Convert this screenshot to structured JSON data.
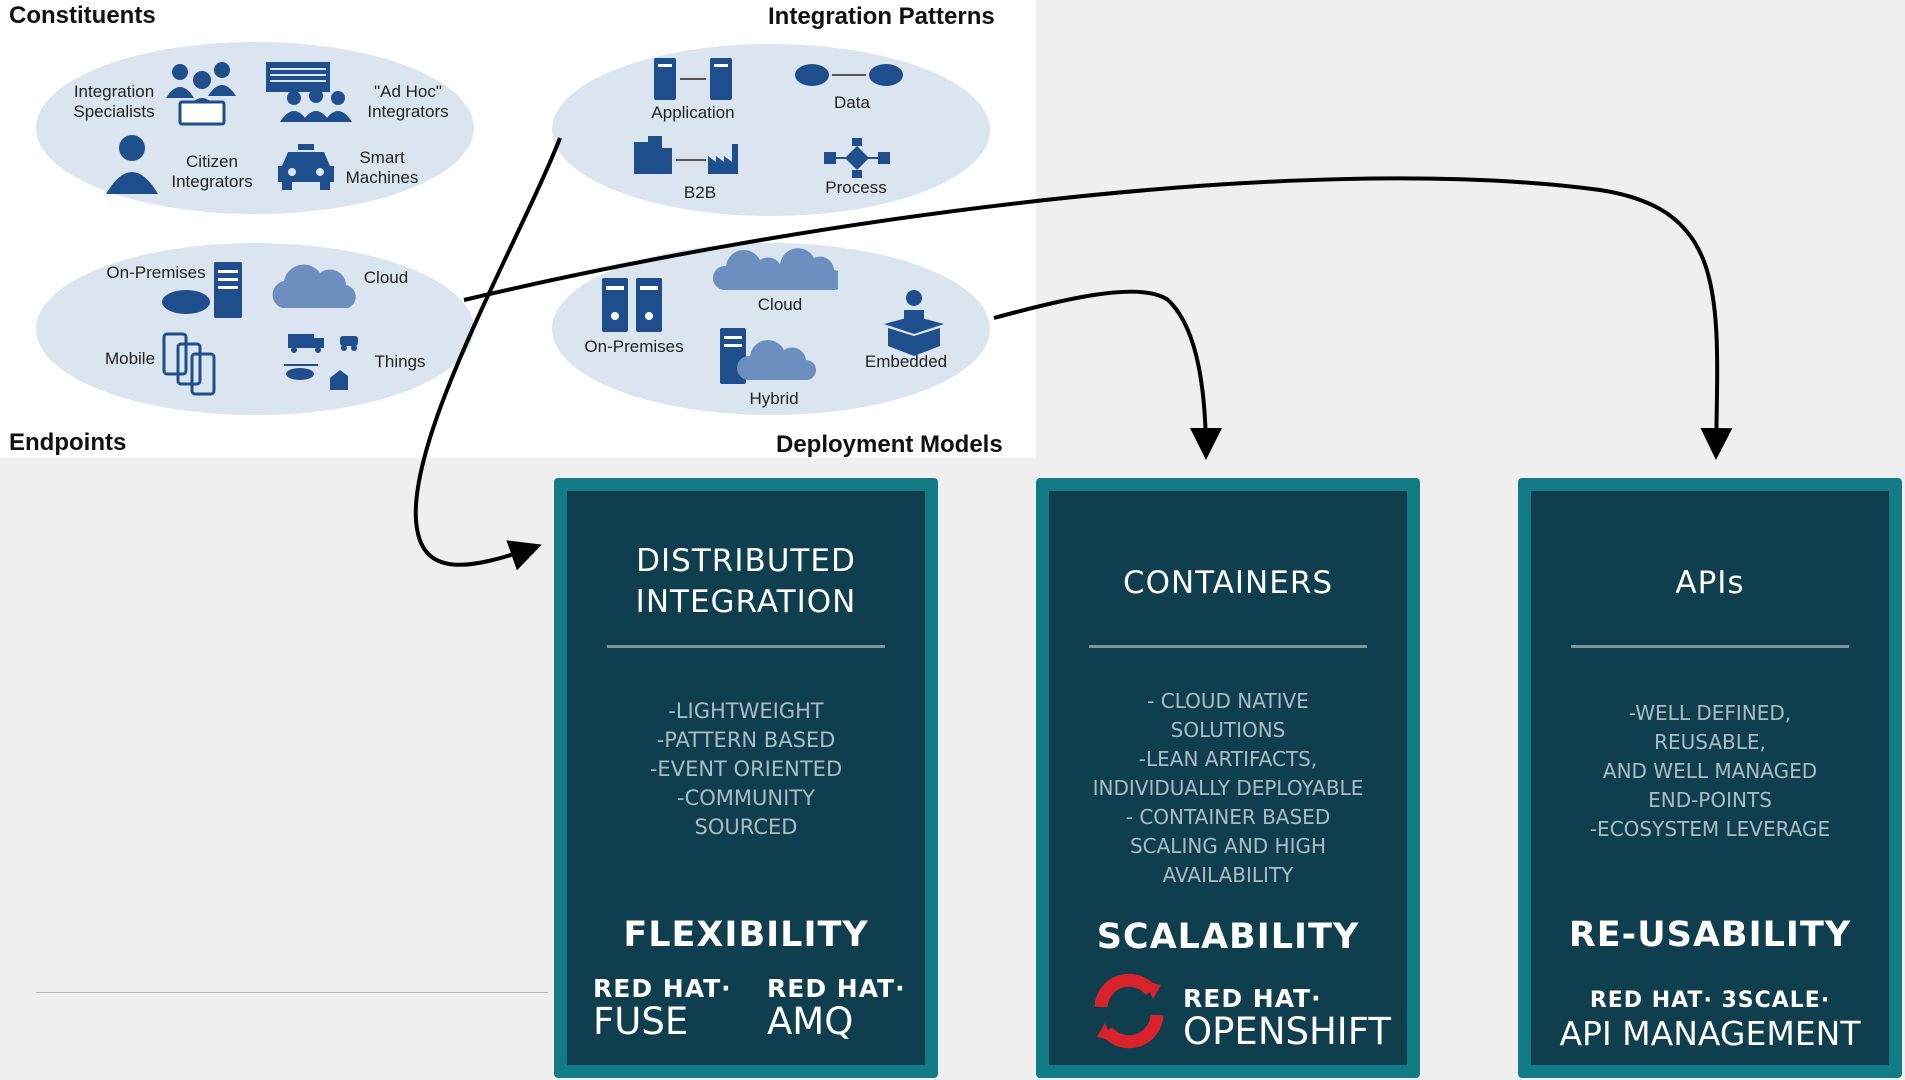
{
  "quadrants": {
    "constituents": {
      "title": "Constituents",
      "items": {
        "integration_specialists": "Integration\nSpecialists",
        "ad_hoc_integrators": "\"Ad Hoc\"\nIntegrators",
        "citizen_integrators": "Citizen\nIntegrators",
        "smart_machines": "Smart\nMachines"
      }
    },
    "integration_patterns": {
      "title": "Integration Patterns",
      "items": {
        "application": "Application",
        "data": "Data",
        "b2b": "B2B",
        "process": "Process"
      }
    },
    "endpoints": {
      "title": "Endpoints",
      "items": {
        "on_premises": "On-Premises",
        "cloud": "Cloud",
        "mobile": "Mobile",
        "things": "Things"
      }
    },
    "deployment_models": {
      "title": "Deployment Models",
      "items": {
        "on_premises": "On-Premises",
        "cloud": "Cloud",
        "hybrid": "Hybrid",
        "embedded": "Embedded"
      }
    }
  },
  "cards": [
    {
      "title": "DISTRIBUTED\nINTEGRATION",
      "description": "-LIGHTWEIGHT\n-PATTERN BASED\n-EVENT ORIENTED\n-COMMUNITY\nSOURCED",
      "keyword": "FLEXIBILITY",
      "brands": [
        {
          "top": "RED HAT·",
          "bottom": "FUSE"
        },
        {
          "top": "RED HAT·",
          "bottom": "AMQ"
        }
      ]
    },
    {
      "title": "CONTAINERS",
      "description": "- CLOUD NATIVE\nSOLUTIONS\n-LEAN ARTIFACTS,\nINDIVIDUALLY DEPLOYABLE\n- CONTAINER BASED\nSCALING AND HIGH\nAVAILABILITY",
      "keyword": "SCALABILITY",
      "brands": [
        {
          "top": "RED HAT·",
          "bottom": "OPENSHIFT"
        }
      ]
    },
    {
      "title": "APIs",
      "description": "-WELL DEFINED,\nREUSABLE,\nAND WELL MANAGED\nEND-POINTS\n-ECOSYSTEM LEVERAGE",
      "keyword": "RE-USABILITY",
      "brands": [
        {
          "top": "RED HAT· 3SCALE·",
          "bottom": "API MANAGEMENT"
        }
      ]
    }
  ],
  "colors": {
    "icon": "#1f4e8c",
    "ellipse": "#dbe5ef",
    "card_bg": "#0f3e4e",
    "card_border": "#127c86",
    "openshift_red": "#d9232c"
  }
}
